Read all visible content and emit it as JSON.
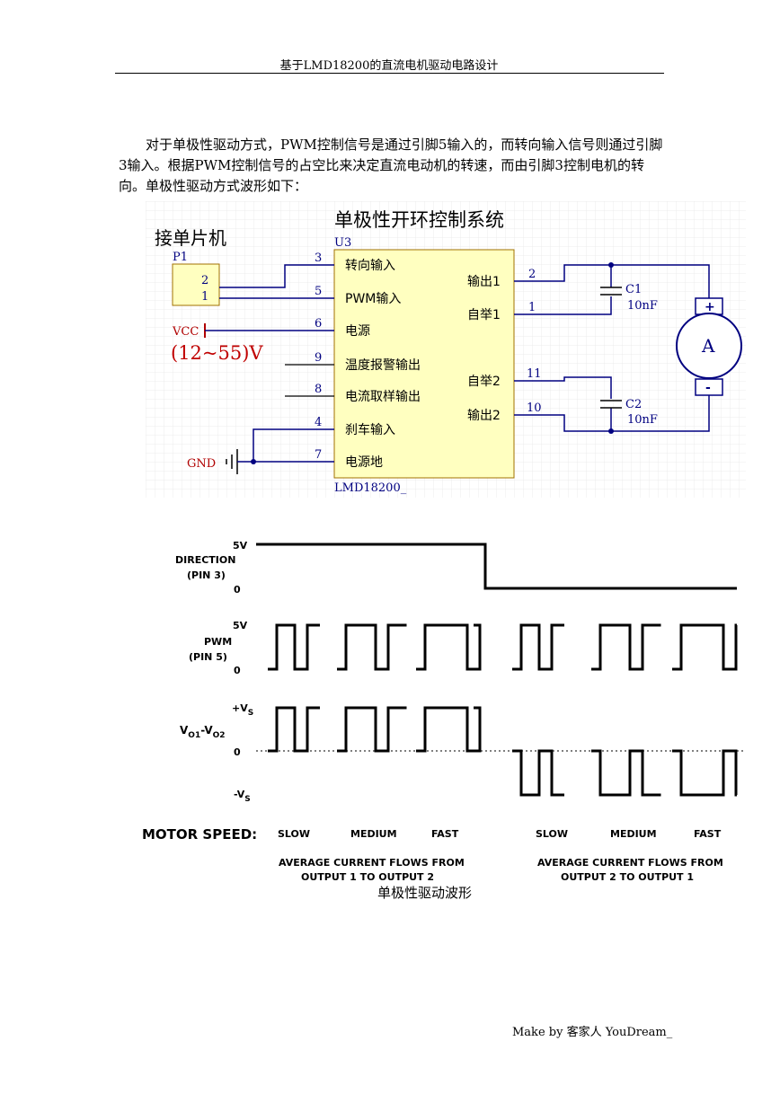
{
  "header": {
    "title": "基于LMD18200的直流电机驱动电路设计"
  },
  "body": {
    "paragraph": "对于单极性驱动方式，PWM控制信号是通过引脚5输入的，而转向输入信号则通过引脚3输入。根据PWM控制信号的占空比来决定直流电动机的转速，而由引脚3控制电机的转向。单极性驱动方式波形如下："
  },
  "schematic": {
    "title": "单极性开环控制系统",
    "mcu_label": "接单片机",
    "connector": {
      "ref": "P1",
      "pins": [
        "2",
        "1"
      ]
    },
    "chip": {
      "ref": "U3",
      "part": "LMD18200_"
    },
    "left_pins": [
      {
        "num": "3",
        "name": "转向输入"
      },
      {
        "num": "5",
        "name": "PWM输入"
      },
      {
        "num": "6",
        "name": "电源"
      },
      {
        "num": "9",
        "name": "温度报警输出"
      },
      {
        "num": "8",
        "name": "电流取样输出"
      },
      {
        "num": "4",
        "name": "刹车输入"
      },
      {
        "num": "7",
        "name": "电源地"
      }
    ],
    "right_pins": [
      {
        "num": "2",
        "name": "输出1"
      },
      {
        "num": "1",
        "name": "自举1"
      },
      {
        "num": "11",
        "name": "自举2"
      },
      {
        "num": "10",
        "name": "输出2"
      }
    ],
    "vcc_label": "VCC",
    "vcc_range": "(12~55)V",
    "gnd_label": "GND",
    "c1": {
      "ref": "C1",
      "value": "10nF"
    },
    "c2": {
      "ref": "C2",
      "value": "10nF"
    },
    "motor": {
      "symbol": "A",
      "plus": "+",
      "minus": "-"
    }
  },
  "waveform": {
    "direction": {
      "name1": "DIRECTION",
      "name2": "(PIN 3)",
      "high": "5V",
      "low": "0"
    },
    "pwm": {
      "name1": "PWM",
      "name2": "(PIN 5)",
      "high": "5V",
      "low": "0"
    },
    "vout": {
      "name_main": "V",
      "sub1": "O1",
      "dash": "-V",
      "sub2": "O2",
      "pos_main": "+V",
      "pos_sub": "S",
      "zero": "0",
      "neg_main": "-V",
      "neg_sub": "S"
    },
    "motor_speed": "MOTOR SPEED:",
    "speeds": [
      "SLOW",
      "MEDIUM",
      "FAST",
      "SLOW",
      "MEDIUM",
      "FAST"
    ],
    "note_left": [
      "AVERAGE CURRENT FLOWS FROM",
      "OUTPUT 1 TO OUTPUT 2"
    ],
    "note_right": [
      "AVERAGE CURRENT FLOWS FROM",
      "OUTPUT 2 TO OUTPUT 1"
    ]
  },
  "caption": "单极性驱动波形",
  "footer": "Make by 客家人 YouDream_"
}
